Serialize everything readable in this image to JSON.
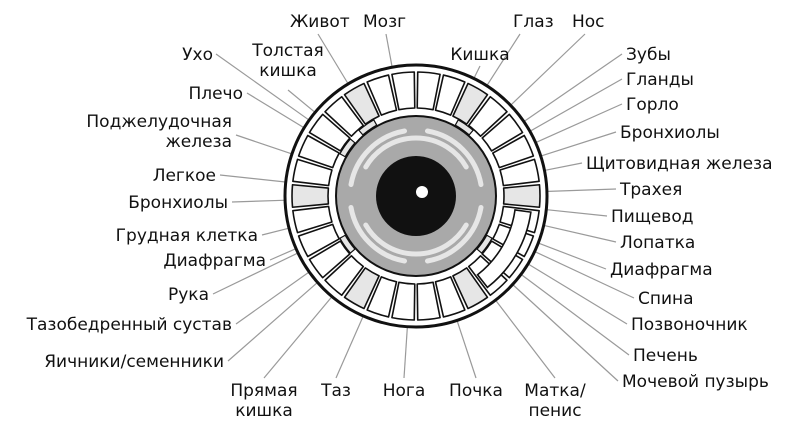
{
  "diagram": {
    "colors": {
      "ink": "#111111",
      "ring_fill": "#ffffff",
      "inner_ring": "#a9a9a9",
      "segment_fill": "#ffffff",
      "segment_shade": "#e6e6e6",
      "pupil": "#111111",
      "leader_line": "#9a9a9a"
    },
    "labels": [
      {
        "id": "zhivot",
        "lines": [
          "Живот"
        ]
      },
      {
        "id": "mozg",
        "lines": [
          "Мозг"
        ]
      },
      {
        "id": "glaz",
        "lines": [
          "Глаз"
        ]
      },
      {
        "id": "nos",
        "lines": [
          "Нос"
        ]
      },
      {
        "id": "tolstaya",
        "lines": [
          "Толстая",
          "кишка"
        ]
      },
      {
        "id": "kishka",
        "lines": [
          "Кишка"
        ]
      },
      {
        "id": "ukho",
        "lines": [
          "Ухо"
        ]
      },
      {
        "id": "zuby",
        "lines": [
          "Зубы"
        ]
      },
      {
        "id": "glandy",
        "lines": [
          "Гланды"
        ]
      },
      {
        "id": "plecho",
        "lines": [
          "Плечо"
        ]
      },
      {
        "id": "gorlo",
        "lines": [
          "Горло"
        ]
      },
      {
        "id": "podzhel",
        "lines": [
          "Поджелудочная",
          "железа"
        ]
      },
      {
        "id": "bronkh_r",
        "lines": [
          "Бронхиолы"
        ]
      },
      {
        "id": "shchitov",
        "lines": [
          "Щитовидная железа"
        ]
      },
      {
        "id": "legkoe",
        "lines": [
          "Легкое"
        ]
      },
      {
        "id": "trakheya",
        "lines": [
          "Трахея"
        ]
      },
      {
        "id": "bronkh_l",
        "lines": [
          "Бронхиолы"
        ]
      },
      {
        "id": "pishchevod",
        "lines": [
          "Пищевод"
        ]
      },
      {
        "id": "grudnaya",
        "lines": [
          "Грудная клетка"
        ]
      },
      {
        "id": "lopatka",
        "lines": [
          "Лопатка"
        ]
      },
      {
        "id": "diafr_l",
        "lines": [
          "Диафрагма"
        ]
      },
      {
        "id": "diafr_r",
        "lines": [
          "Диафрагма"
        ]
      },
      {
        "id": "ruka",
        "lines": [
          "Рука"
        ]
      },
      {
        "id": "spina",
        "lines": [
          "Спина"
        ]
      },
      {
        "id": "tazobedr",
        "lines": [
          "Тазобедренный сустав"
        ]
      },
      {
        "id": "pozvon",
        "lines": [
          "Позвоночник"
        ]
      },
      {
        "id": "yaichniki",
        "lines": [
          "Яичники/семенники"
        ]
      },
      {
        "id": "pechen",
        "lines": [
          "Печень"
        ]
      },
      {
        "id": "mochevoy",
        "lines": [
          "Мочевой пузырь"
        ]
      },
      {
        "id": "pryamaya",
        "lines": [
          "Прямая",
          "кишка"
        ]
      },
      {
        "id": "taz",
        "lines": [
          "Таз"
        ]
      },
      {
        "id": "noga",
        "lines": [
          "Нога"
        ]
      },
      {
        "id": "pochka",
        "lines": [
          "Почка"
        ]
      },
      {
        "id": "matka",
        "lines": [
          "Матка/",
          "пенис"
        ]
      }
    ]
  }
}
